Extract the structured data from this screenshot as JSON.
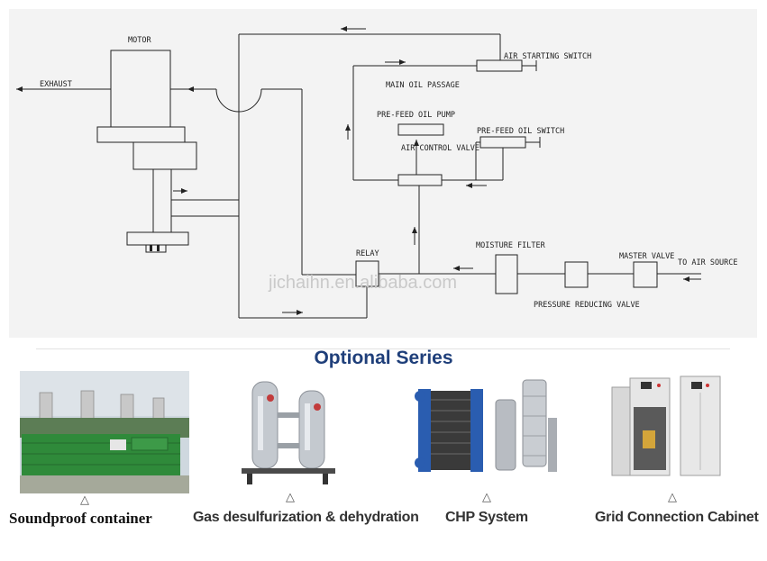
{
  "diagram": {
    "labels": {
      "motor": "MOTOR",
      "exhaust": "EXHAUST",
      "air_starting_switch": "AIR STARTING SWITCH",
      "main_oil_passage": "MAIN OIL PASSAGE",
      "pre_feed_oil_pump": "PRE-FEED OIL PUMP",
      "pre_feed_oil_switch": "PRE-FEED OIL SWITCH",
      "air_control_valve": "AIR CONTROL VALVE",
      "relay": "RELAY",
      "moisture_filter": "MOISTURE FILTER",
      "master_valve": "MASTER VALVE",
      "to_air_source": "TO AIR SOURCE",
      "pressure_reducing_valve": "PRESSURE REDUCING VALVE"
    },
    "watermark": "jichaihn.en.alibaba.com"
  },
  "optional_series": {
    "title": "Optional Series",
    "products": [
      {
        "caption": "Soundproof container",
        "marker": "△"
      },
      {
        "caption": "Gas desulfurization & dehydration",
        "marker": "△"
      },
      {
        "caption": "CHP System",
        "marker": "△"
      },
      {
        "caption": "Grid Connection Cabinet",
        "marker": "△"
      }
    ]
  },
  "colors": {
    "title_blue": "#1f3f7a",
    "container_green": "#2f8a3a",
    "plate_blue": "#2a5db0",
    "steel": "#b8bcc2"
  }
}
